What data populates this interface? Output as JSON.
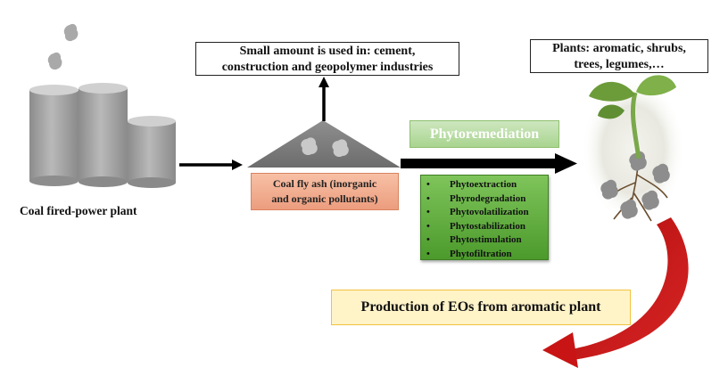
{
  "labels": {
    "plant": "Coal fired-power plant",
    "uses_line1": "Small amount is used in: cement,",
    "uses_line2": "construction and geopolymer industries",
    "plants_line1": "Plants: aromatic, shrubs,",
    "plants_line2": "trees, legumes,…",
    "ash_line1": "Coal fly ash (inorganic",
    "ash_line2": "and organic pollutants)",
    "phytoremediation": "Phytoremediation",
    "methods": [
      "Phytoextraction",
      "Phyrodegradation",
      "Phytovolatilization",
      "Phytostabilization",
      "Phytostimulation",
      "Phytofiltration"
    ],
    "production": "Production of EOs from aromatic plant"
  },
  "icons": {
    "power_plant": "cylinder-silos-icon",
    "smoke": "smoke-puff-icon",
    "ash_pile": "ash-heap-icon",
    "seedling": "seedling-icon",
    "return": "curved-red-arrow-icon"
  },
  "colors": {
    "arrow": "#000000",
    "silo": "#a8a8a8",
    "ash_box": "#f2a98c",
    "phyto_box": "#b6dba0",
    "methods_box": "#5daa3a",
    "eo_box_fill": "#fff3c8",
    "eo_box_border": "#f2c23c",
    "curved_arrow": "#c81414"
  }
}
